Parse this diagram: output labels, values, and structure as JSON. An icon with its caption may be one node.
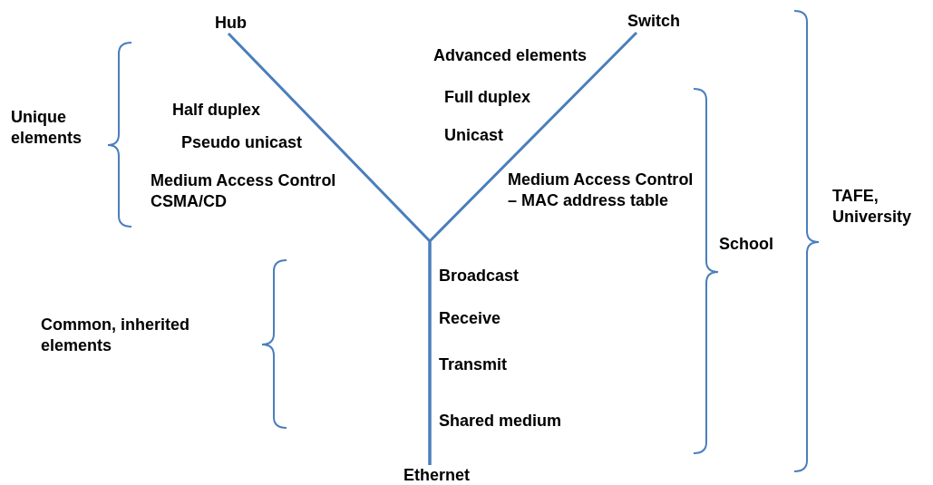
{
  "diagram": {
    "nodes": [
      {
        "text": [
          "Hub"
        ]
      },
      {
        "text": [
          "Switch"
        ]
      },
      {
        "text": [
          "Ethernet"
        ]
      }
    ],
    "edges": [
      {
        "from": 0,
        "to": 2,
        "arrow": "none"
      },
      {
        "from": 1,
        "to": 2,
        "arrow": "none"
      }
    ],
    "labels": [
      "Advanced elements",
      "Full duplex",
      "Half duplex",
      "Unique elements",
      "Unicast",
      "Pseudo unicast",
      "Medium Access Control CSMA/CD",
      "Medium Access Control – MAC address table",
      "TAFE, University",
      "School",
      "Broadcast",
      "Receive",
      "Common, inherited elements",
      "Transmit",
      "Shared medium"
    ]
  }
}
